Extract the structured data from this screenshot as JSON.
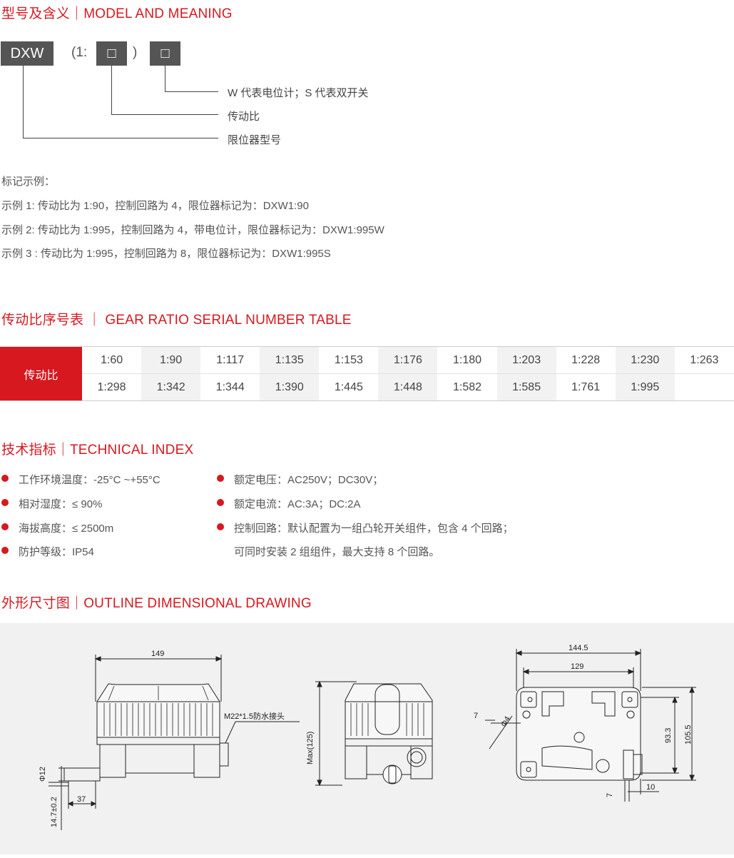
{
  "model": {
    "title": "型号及含义｜MODEL AND MEANING",
    "code": "DXW",
    "ratio_open": "(1:",
    "box1": "□",
    "ratio_close": ")",
    "box2": "□",
    "legend": [
      "W 代表电位计；S 代表双开关",
      "传动比",
      "限位器型号"
    ]
  },
  "examples": {
    "heading": "标记示例：",
    "items": [
      "示例 1: 传动比为 1:90，控制回路为 4，限位器标记为：DXW1:90",
      "示例 2: 传动比为 1:995，控制回路为 4，带电位计，限位器标记为：DXW1:995W",
      "示例 3 : 传动比为 1:995，控制回路为 8，限位器标记为：DXW1:995S"
    ]
  },
  "gear": {
    "title": "传动比序号表 ｜ GEAR RATIO SERIAL NUMBER TABLE",
    "row_label": "传动比",
    "row1": [
      "1:60",
      "1:90",
      "1:117",
      "1:135",
      "1:153",
      "1:176",
      "1:180",
      "1:203",
      "1:228",
      "1:230",
      "1:263"
    ],
    "row2": [
      "1:298",
      "1:342",
      "1:344",
      "1:390",
      "1:445",
      "1:448",
      "1:582",
      "1:585",
      "1:761",
      "1:995",
      ""
    ]
  },
  "tech": {
    "title": "技术指标｜TECHNICAL INDEX",
    "left": [
      "工作环境温度：-25°C ~+55°C",
      "相对湿度：≤ 90%",
      "海拔高度：≤ 2500m",
      "防护等级：IP54"
    ],
    "right": [
      "额定电压：AC250V；DC30V；",
      "额定电流：AC:3A；DC:2A",
      "控制回路：默认配置为一组凸轮开关组件，包含 4 个回路；"
    ],
    "right_cont": "可同时安装 2 组组件，最大支持 8 个回路。"
  },
  "outline": {
    "title": "外形尺寸图｜OUTLINE DIMENSIONAL DRAWING",
    "dims": {
      "d149": "149",
      "connector": "M22*1.5防水接头",
      "phi12": "Φ12",
      "d37": "37",
      "d147": "14.7±0.2",
      "max125": "Max(125)",
      "d1445": "144.5",
      "d129": "129",
      "d7a": "7",
      "phi4": "Φ4",
      "d933": "93.3",
      "d1055": "105.5",
      "d7b": "7",
      "d10": "10"
    }
  }
}
